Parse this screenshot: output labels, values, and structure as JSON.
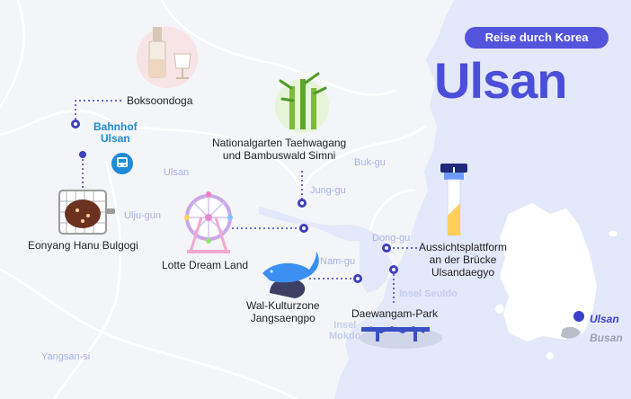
{
  "header": {
    "badge": "Reise durch Korea",
    "title": "Ulsan"
  },
  "attractions": {
    "boksoondoga": "Boksoondoga",
    "station_line1": "Bahnhof",
    "station_line2": "Ulsan",
    "taehwagang_line1": "Nationalgarten Taehwagang",
    "taehwagang_line2": "und Bambuswald Simni",
    "bulgogi": "Eonyang Hanu Bulgogi",
    "lotte": "Lotte Dream Land",
    "whale_line1": "Wal-Kulturzone",
    "whale_line2": "Jangsaengpo",
    "daewangam": "Daewangam-Park",
    "observatory_line1": "Aussichtsplattform",
    "observatory_line2": "an der Brücke",
    "observatory_line3": "Ulsandaegyo"
  },
  "districts": {
    "ulsan": "Ulsan",
    "ulju": "Ulju-gun",
    "bukgu": "Buk-gu",
    "junggu": "Jung-gu",
    "donggu": "Dong-gu",
    "namgu": "Nam-gu",
    "yangsan": "Yangsan-si"
  },
  "islands": {
    "seuldo": "Insel Seuldo",
    "mokdo_line1": "Insel",
    "mokdo_line2": "Mokdo"
  },
  "inset_map": {
    "ulsan": "Ulsan",
    "busan": "Busan"
  },
  "colors": {
    "accent": "#4b4ed8",
    "sea": "#e3e8fa",
    "land": "#f3f5f8",
    "route_dot": "#3e40b8",
    "station_blue": "#1e8ad8"
  },
  "icons": [
    "wine-bottle-icon",
    "bamboo-icon",
    "train-icon",
    "bulgogi-grill-icon",
    "ferris-wheel-icon",
    "whale-icon",
    "observatory-tower-icon",
    "bridge-icon"
  ]
}
